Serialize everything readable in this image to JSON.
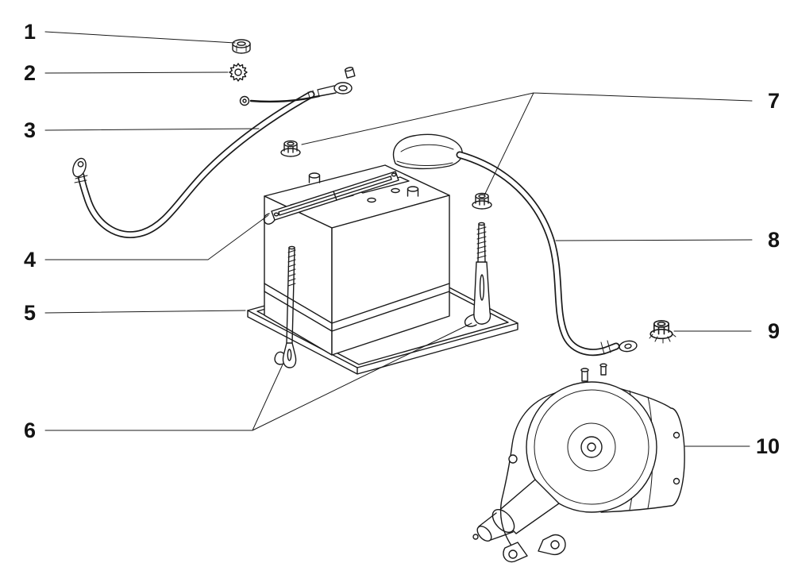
{
  "colors": {
    "background": "#ffffff",
    "line": "#1a1a1a"
  },
  "callouts": [
    {
      "label": "1",
      "part": "terminal-nut"
    },
    {
      "label": "2",
      "part": "lock-washer"
    },
    {
      "label": "3",
      "part": "negative-battery-cable"
    },
    {
      "label": "4",
      "part": "battery-hold-down-frame"
    },
    {
      "label": "5",
      "part": "battery-tray"
    },
    {
      "label": "6",
      "part": "hold-down-bolts"
    },
    {
      "label": "7",
      "part": "flange-nuts"
    },
    {
      "label": "8",
      "part": "positive-battery-cable"
    },
    {
      "label": "9",
      "part": "serrated-flange-nut"
    },
    {
      "label": "10",
      "part": "starter-motor"
    }
  ]
}
